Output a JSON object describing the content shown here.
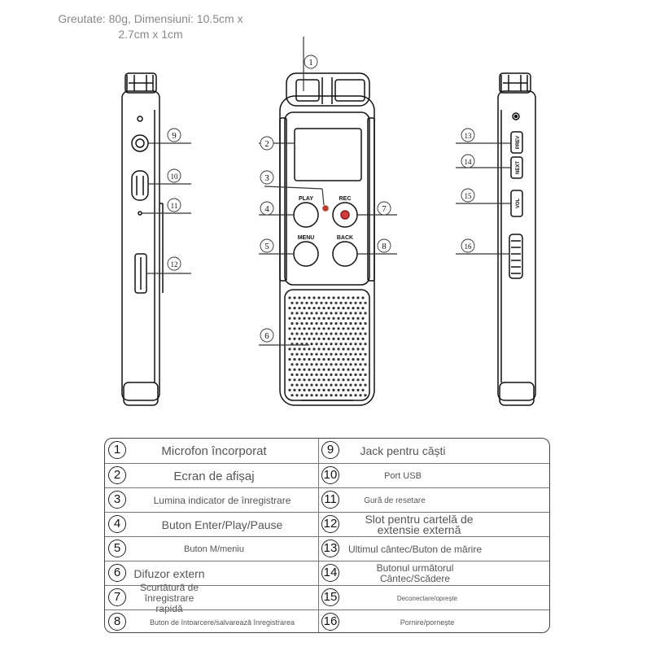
{
  "header": {
    "spec_line1": "Greutate: 80g, Dimensiuni: 10.5cm x",
    "spec_line2": "2.7cm x 1cm"
  },
  "device": {
    "front_buttons": [
      "PLAY",
      "REC",
      "MENU",
      "BACK"
    ],
    "side_buttons": [
      "PREV",
      "NEXT",
      "VOL"
    ]
  },
  "callouts": [
    "1",
    "2",
    "3",
    "4",
    "5",
    "6",
    "7",
    "8",
    "9",
    "10",
    "11",
    "12",
    "13",
    "14",
    "15",
    "16"
  ],
  "legend": {
    "left": [
      {
        "n": "1",
        "label": "Microfon încorporat"
      },
      {
        "n": "2",
        "label": "Ecran de afișaj"
      },
      {
        "n": "3",
        "label": "Lumina indicator de înregistrare"
      },
      {
        "n": "4",
        "label": "Buton Enter/Play/Pause"
      },
      {
        "n": "5",
        "label": "Buton M/meniu"
      },
      {
        "n": "6",
        "label": "Difuzor extern"
      },
      {
        "n": "7",
        "label": "Scurtătură de înregistrare rapidă"
      },
      {
        "n": "8",
        "label": "Buton de întoarcere/salvarează înregistrarea"
      }
    ],
    "right": [
      {
        "n": "9",
        "label": "Jack pentru căști"
      },
      {
        "n": "10",
        "label": "Port USB"
      },
      {
        "n": "11",
        "label": "Gură de resetare"
      },
      {
        "n": "12",
        "label": "Slot pentru cartelă de extensie externă"
      },
      {
        "n": "13",
        "label": "Ultimul cântec/Buton de mărire"
      },
      {
        "n": "14",
        "label": "Butonul următorul Cântec/Scădere"
      },
      {
        "n": "15",
        "label": "Deconectare/oprește"
      },
      {
        "n": "16",
        "label": "Pornire/pornește"
      }
    ]
  }
}
